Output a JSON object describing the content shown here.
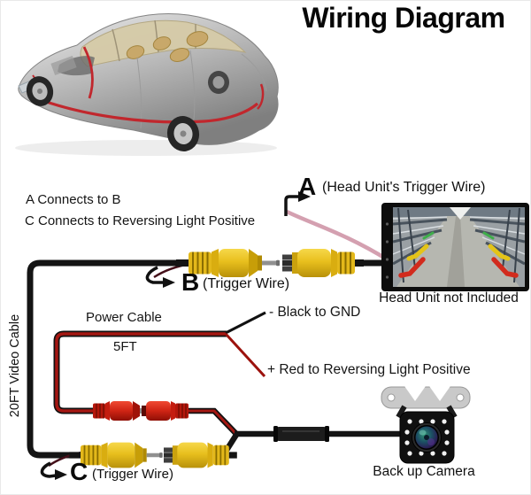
{
  "title": "Wiring Diagram",
  "notes": {
    "a": "A Connects to B",
    "c": "C Connects to Reversing Light Positive"
  },
  "connections": {
    "a": {
      "letter": "A",
      "desc": "(Head Unit's Trigger Wire)"
    },
    "b": {
      "letter": "B",
      "desc": "(Trigger Wire)"
    },
    "c": {
      "letter": "C",
      "desc": "(Trigger Wire)"
    }
  },
  "power_cable": {
    "label": "Power Cable",
    "length": "5FT",
    "black_lead": "- Black to GND",
    "red_lead": "+ Red to Reversing Light Positive"
  },
  "video_cable": {
    "label": "20FT Video Cable"
  },
  "head_unit": {
    "caption": "Head Unit not Included"
  },
  "camera": {
    "caption": "Back up Camera"
  },
  "colors": {
    "rca_yellow": "#e3b81a",
    "rca_red": "#c41d10",
    "power_red": "#a51712",
    "trigger_pink": "#d4a0b0",
    "cable_black": "#141414",
    "guide_green": "#3fae4a",
    "guide_yellow": "#e4c418",
    "guide_red": "#d22b1d"
  }
}
